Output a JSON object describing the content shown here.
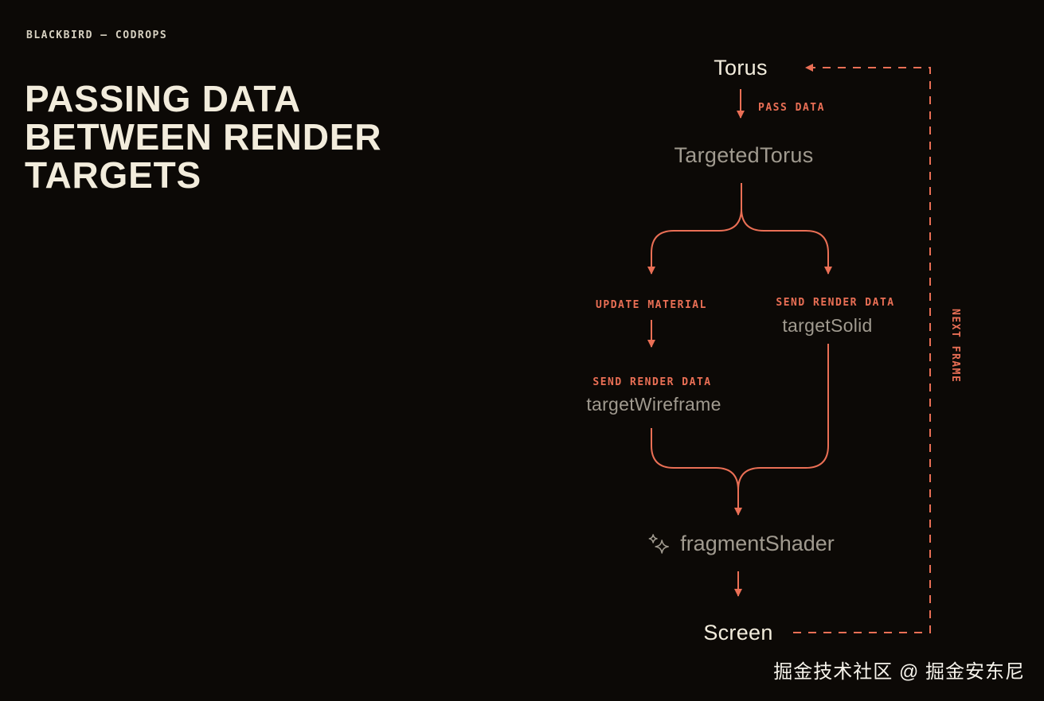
{
  "colors": {
    "bg": "#0c0906",
    "cream": "#f2ecdc",
    "coral": "#ea6f55",
    "gray": "#a09a8f",
    "white": "#f6f3eb"
  },
  "header": {
    "brand": "BLACKBIRD — CODROPS",
    "title_lines": [
      "PASSING DATA",
      "BETWEEN RENDER",
      "TARGETS"
    ]
  },
  "diagram": {
    "nodes": {
      "torus": "Torus",
      "targeted_torus": "TargetedTorus",
      "target_solid": "targetSolid",
      "target_wireframe": "targetWireframe",
      "fragment_shader": "fragmentShader",
      "screen": "Screen"
    },
    "labels": {
      "pass_data": "PASS DATA",
      "update_material": "UPDATE MATERIAL",
      "send_render_data_right": "SEND RENDER DATA",
      "send_render_data_left": "SEND RENDER DATA",
      "next_frame": "NEXT FRAME"
    }
  },
  "footer": {
    "watermark": "掘金技术社区 @ 掘金安东尼"
  }
}
